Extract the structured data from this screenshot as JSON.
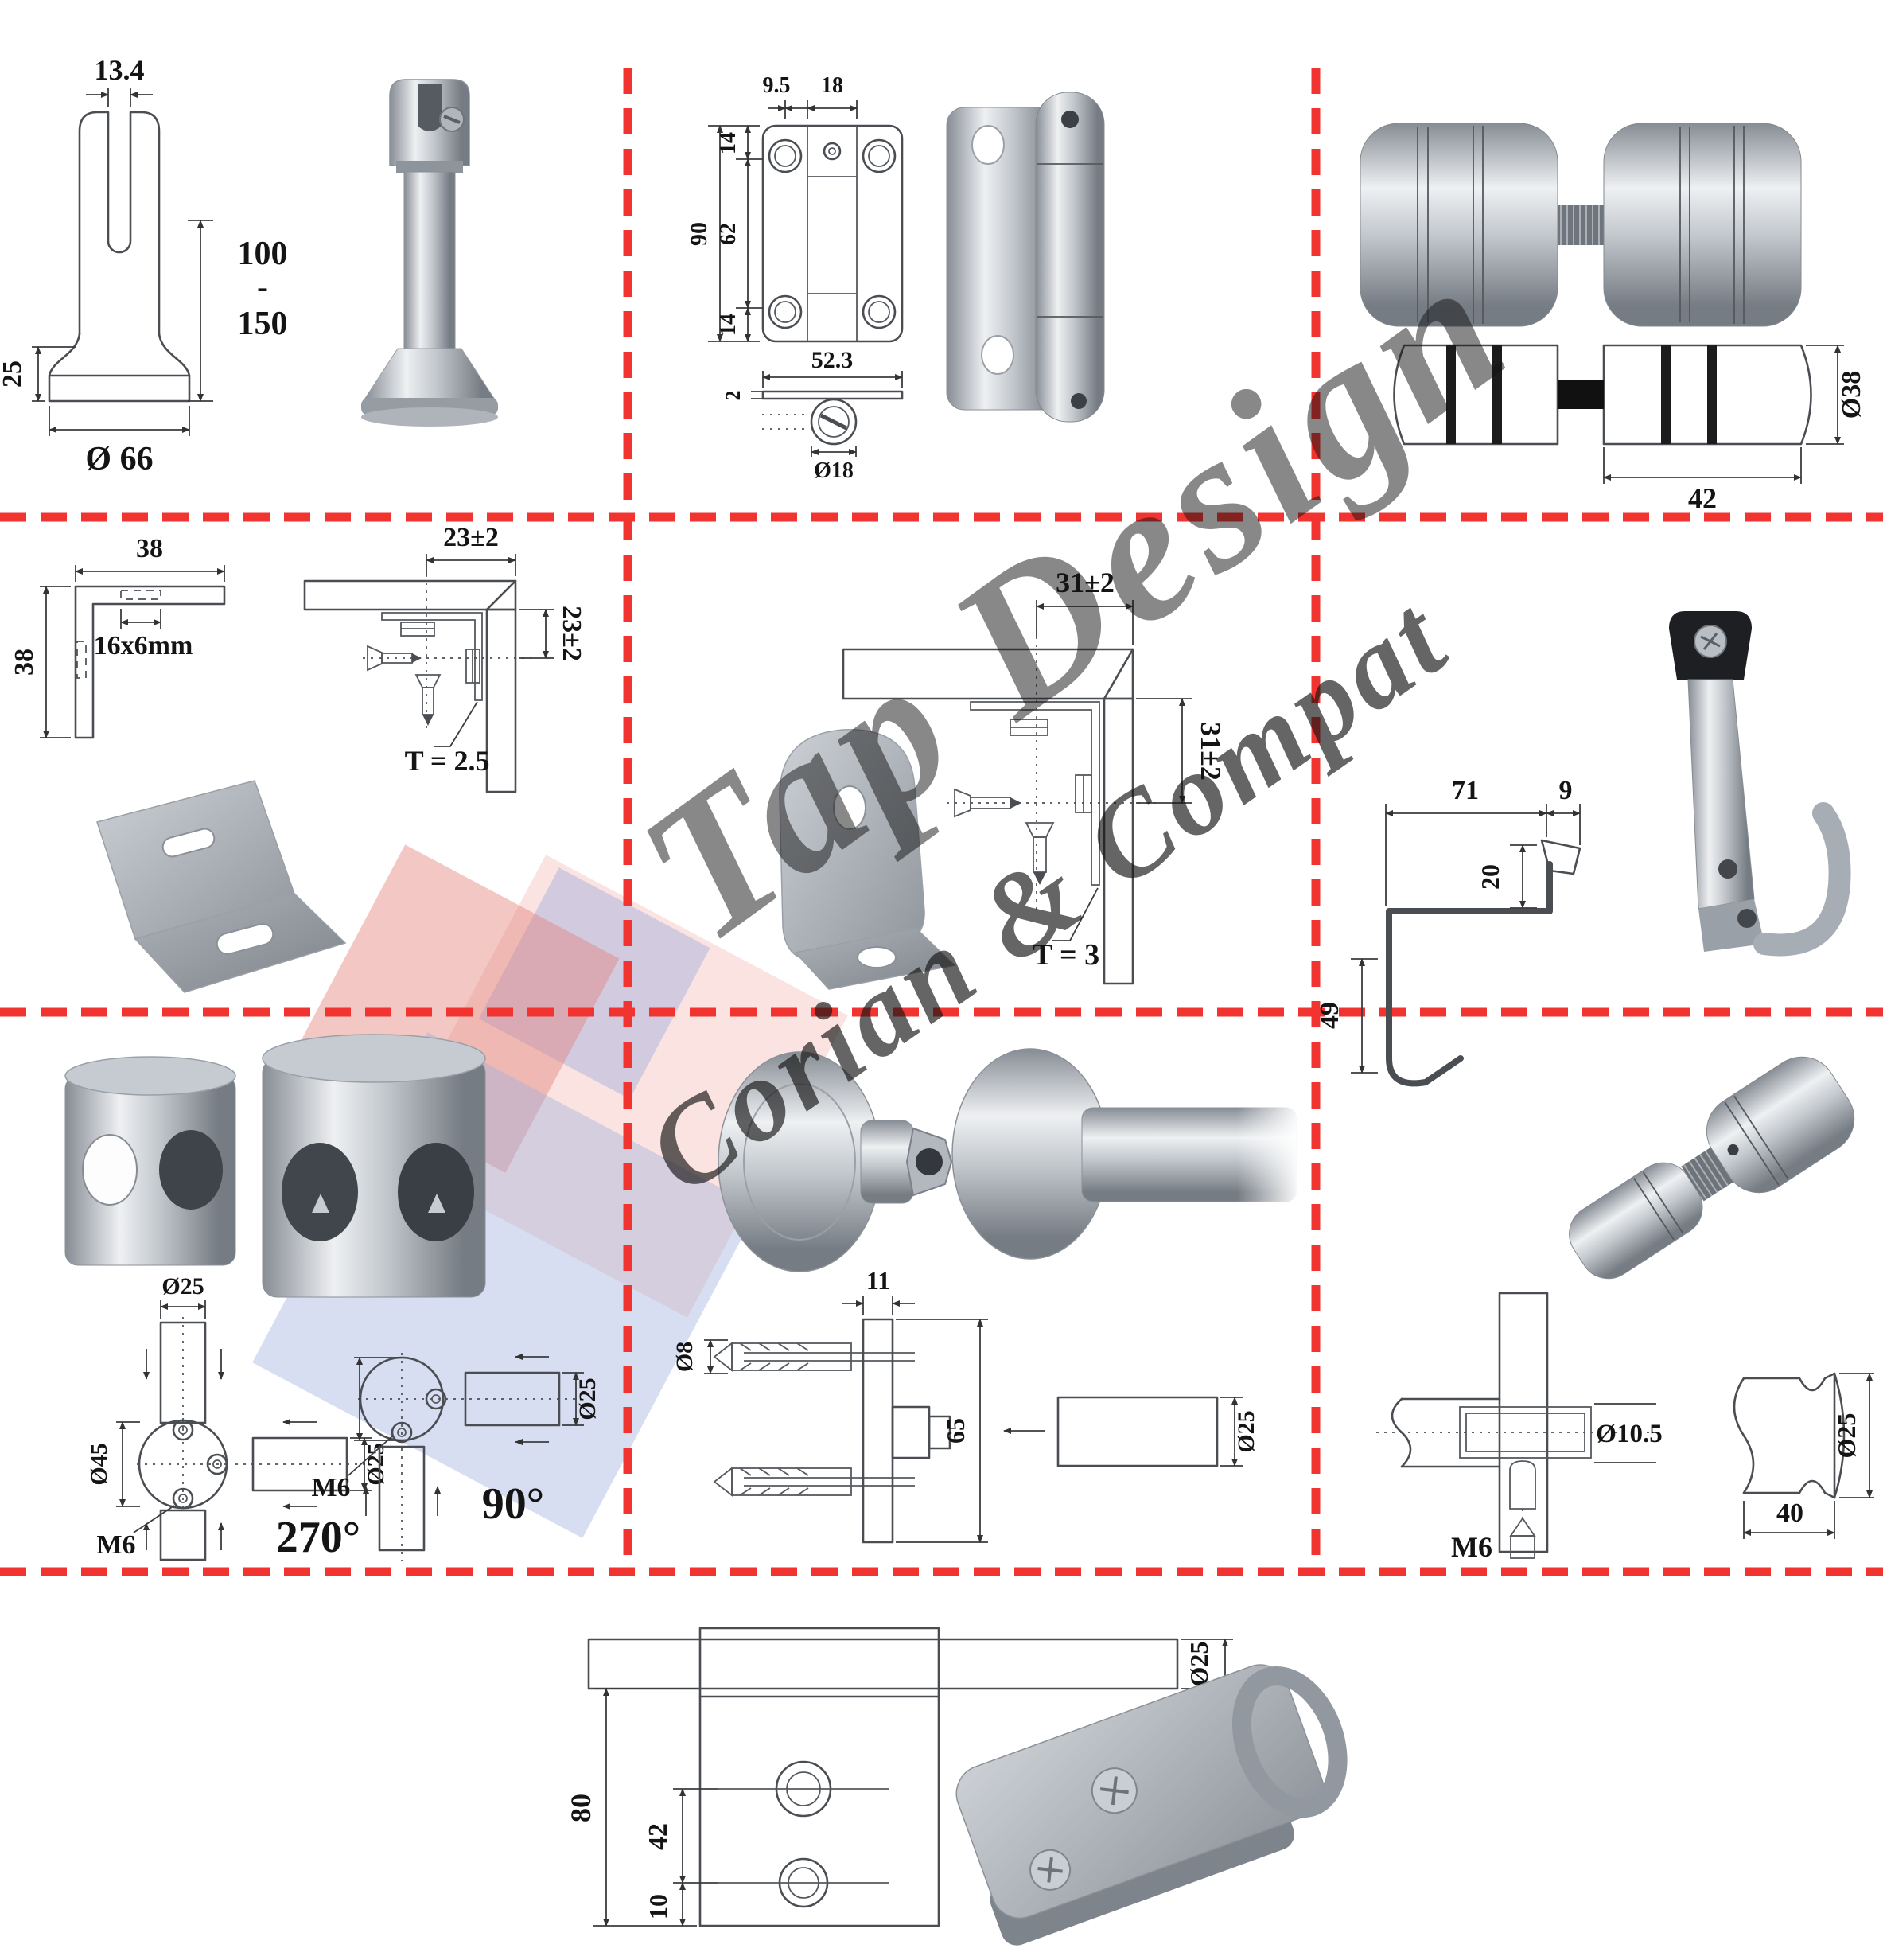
{
  "watermark": {
    "brand": "Tap Design",
    "tagline": "Corian & Compat"
  },
  "labels": {
    "leg_slot": "13.4",
    "leg_h1": "100",
    "leg_sep": "-",
    "leg_h2": "150",
    "leg_base_h": "25",
    "leg_base_d": "Ø 66",
    "hinge_a": "9.5",
    "hinge_b": "18",
    "hinge_c": "14",
    "hinge_d": "62",
    "hinge_e": "14",
    "hinge_f": "90",
    "hinge_g": "2",
    "hinge_h": "52.3",
    "hinge_i": "Ø18",
    "knob_d": "Ø38",
    "knob_l": "42",
    "sq_w": "38",
    "sq_h": "38",
    "sq_slot": "16x6mm",
    "sq_oh": "23±2",
    "sq_ov": "23±2",
    "sq_t": "T = 2.5",
    "rd_oh": "31±2",
    "rd_ov": "31±2",
    "rd_t": "T = 3",
    "hk_a": "71",
    "hk_b": "9",
    "hk_c": "20",
    "hk_d": "49",
    "cn_d25a": "Ø25",
    "cn_d45": "Ø45",
    "cn_d25b": "Ø25",
    "cn_m6a": "M6",
    "cn_270": "270°",
    "cn_d25c": "Ø25",
    "cn_m6b": "M6",
    "cn_90": "90°",
    "fl_d8": "Ø8",
    "fl_11": "11",
    "fl_65": "65",
    "fl_d25": "Ø25",
    "kc_d105": "Ø10.5",
    "kc_m6": "M6",
    "kc_d25": "Ø25",
    "kc_40": "40",
    "cl_d25": "Ø25",
    "cl_80": "80",
    "cl_42": "42",
    "cl_10": "10"
  }
}
